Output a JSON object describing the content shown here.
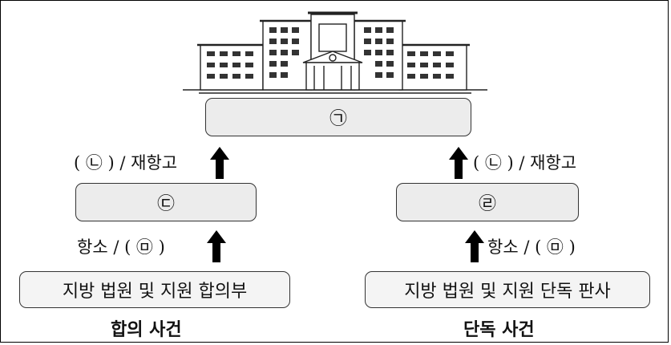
{
  "top_box": "㉠",
  "left_mid_box": "㉢",
  "right_mid_box": "㉣",
  "left_appeal_label": "( ㉡ ) / 재항고",
  "right_appeal_label": "( ㉡ ) / 재항고",
  "left_lower_label": "항소 / ( ㉤ )",
  "right_lower_label": "항소 / ( ㉤ )",
  "left_bottom_box": "지방 법원 및 지원 합의부",
  "right_bottom_box": "지방 법원 및 지원 단독 판사",
  "left_caption": "합의 사건",
  "right_caption": "단독 사건"
}
